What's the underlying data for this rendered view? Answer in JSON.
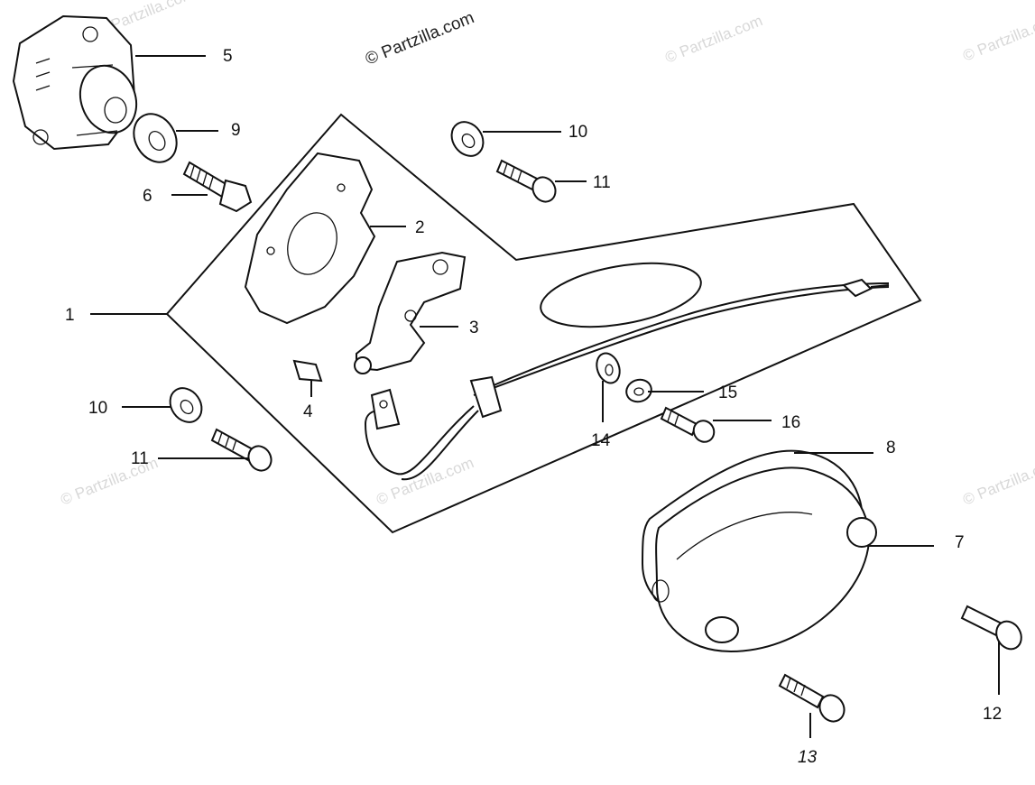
{
  "watermarks": {
    "main": "© Partzilla.com",
    "faint": "© Partzilla.com"
  },
  "callouts": {
    "c1": "1",
    "c2": "2",
    "c3": "3",
    "c4": "4",
    "c5": "5",
    "c6": "6",
    "c7": "7",
    "c8": "8",
    "c9": "9",
    "c10a": "10",
    "c10b": "10",
    "c11a": "11",
    "c11b": "11",
    "c12": "12",
    "c13": "13",
    "c14": "14",
    "c15": "15",
    "c16": "16"
  }
}
